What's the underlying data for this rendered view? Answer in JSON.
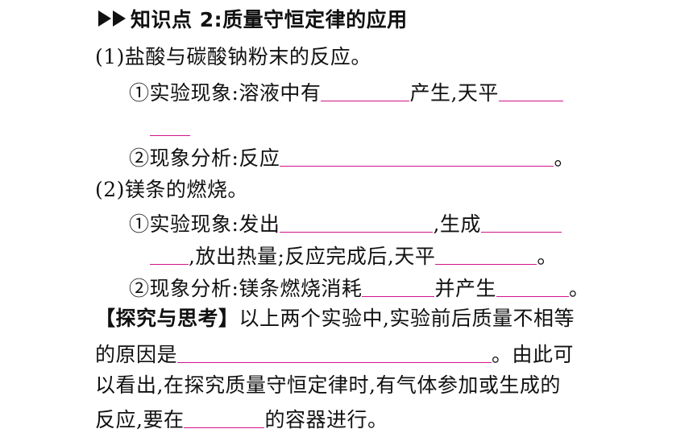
{
  "section": {
    "title": "知识点 2:质量守恒定律的应用"
  },
  "part1": {
    "heading": "(1)盐酸与碳酸钠粉末的反应。",
    "phenomenon_prefix": "①实验现象:溶液中有",
    "phenomenon_mid": "产生,天平",
    "analysis_prefix": "②现象分析:反应",
    "analysis_end": "。"
  },
  "part2": {
    "heading": "(2)镁条的燃烧。",
    "phenomenon_prefix": "①实验现象:发出",
    "phenomenon_mid": ",生成",
    "phenomenon_cont": ",放出热量;反应完成后,天平",
    "phenomenon_end": "。",
    "analysis_prefix": "②现象分析:镁条燃烧消耗",
    "analysis_mid": "并产生",
    "analysis_end": "。"
  },
  "inquiry": {
    "tag": "【探究与思考】",
    "line1_text": "以上两个实验中,实验前后质量不相等",
    "line2_prefix": "的原因是",
    "line2_suffix": "。由此可",
    "line3_text": "以看出,在探究质量守恒定律时,有气体参加或生成的",
    "line4_prefix": "反应,要在",
    "line4_suffix": "的容器进行。"
  },
  "colors": {
    "blank_line": "#d1148e",
    "text": "#111111"
  }
}
